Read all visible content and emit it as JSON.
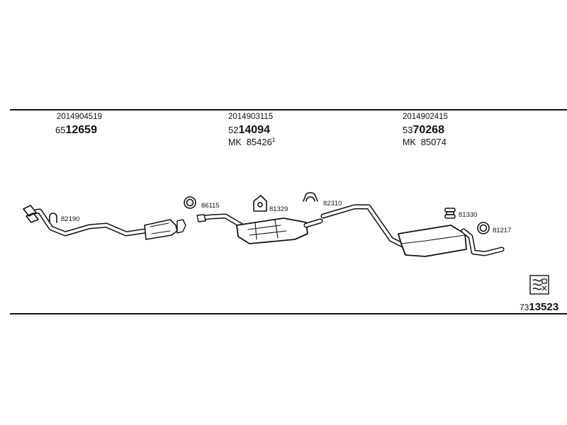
{
  "groups": [
    {
      "part_number": "2014904519",
      "ref_prefix": "65",
      "ref_main": "12659"
    },
    {
      "part_number": "2014903115",
      "ref_prefix": "52",
      "ref_main": "14094",
      "mk_prefix": "MK",
      "mk_number": "85426",
      "mk_sup": "1"
    },
    {
      "part_number": "2014902415",
      "ref_prefix": "53",
      "ref_main": "70268",
      "mk_prefix": "MK",
      "mk_number": "85074"
    }
  ],
  "components": [
    {
      "label": "82190",
      "icon": "u-clamp-icon"
    },
    {
      "label": "86115",
      "icon": "ring-gasket-icon"
    },
    {
      "label": "81329",
      "icon": "rubber-mount-icon"
    },
    {
      "label": "82310",
      "icon": "pipe-clamp-icon"
    },
    {
      "label": "81330",
      "icon": "rubber-mount-stack-icon"
    },
    {
      "label": "81217",
      "icon": "ring-gasket-icon"
    }
  ],
  "final_ref": {
    "prefix": "73",
    "main": "13523"
  },
  "colors": {
    "line": "#111111",
    "background": "#ffffff"
  }
}
